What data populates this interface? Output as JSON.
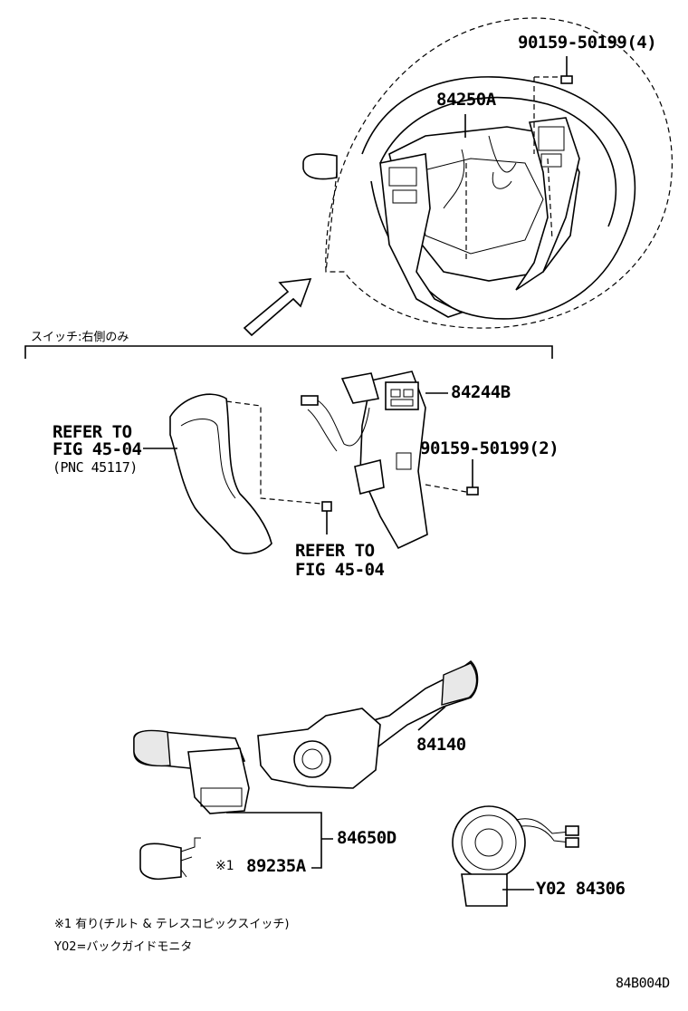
{
  "labels": {
    "screw_top": "90159-50199(4)",
    "pad_top": "84250A",
    "section_note": "スイッチ:右側のみ",
    "pad_right": "84244B",
    "screw_mid": "90159-50199(2)",
    "refer_left_1": "REFER TO",
    "refer_left_2": "FIG 45-04",
    "refer_left_3": "(PNC 45117)",
    "refer_mid_1": "REFER TO",
    "refer_mid_2": "FIG 45-04",
    "combo_switch": "84140",
    "lever_assy": "84650D",
    "tilt_switch_mark": "※1",
    "tilt_switch": "89235A",
    "spiral_cable": "Y02 84306",
    "footnote_1": "※1 有り(チルト  &  テレスコピックスイッチ)",
    "footnote_2": "Y02=バックガイドモニタ",
    "figure_code": "84B004D"
  },
  "icons": {
    "arrow": "arrow-icon",
    "screw": "screw-icon"
  }
}
